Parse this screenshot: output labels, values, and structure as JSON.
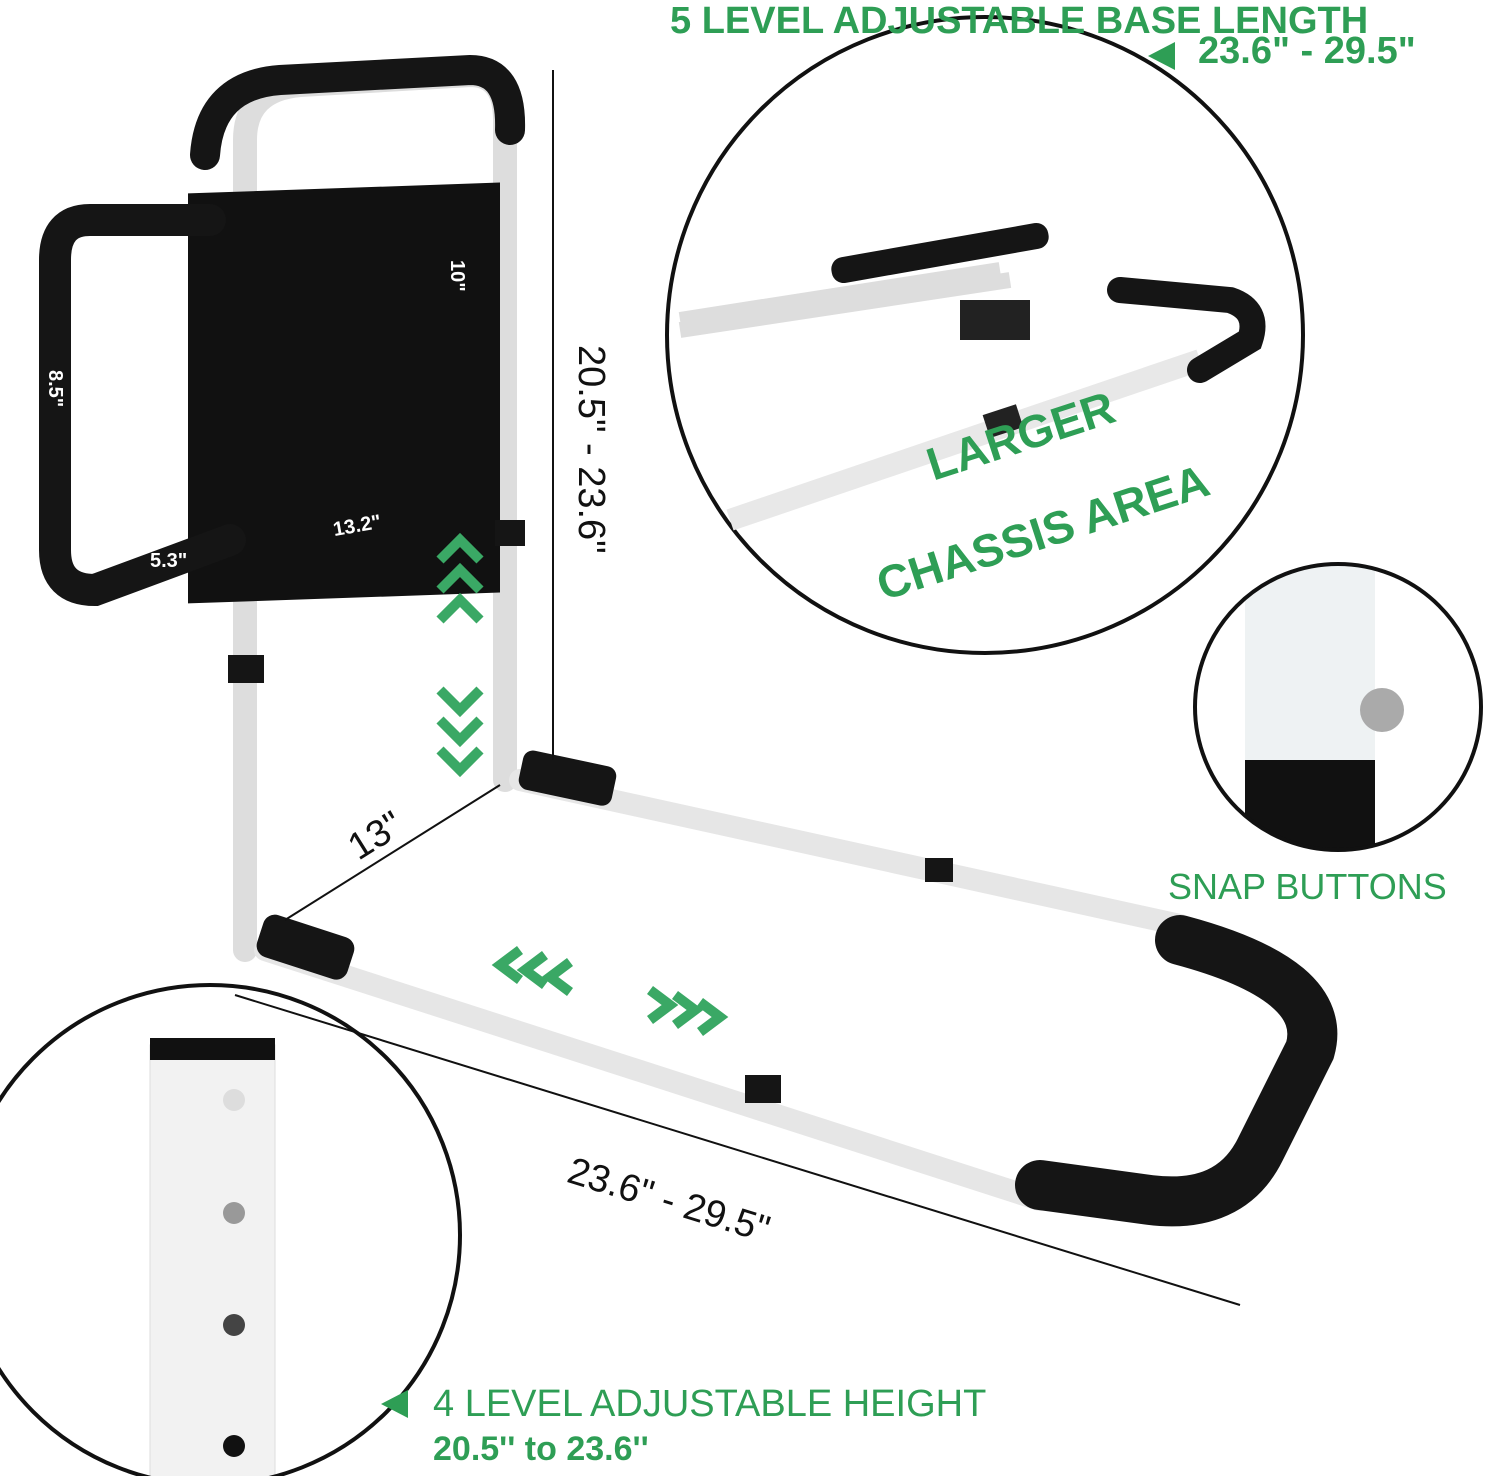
{
  "colors": {
    "accent_green": "#2e9e55",
    "foam_black": "#151515",
    "tube_white": "#f4f4f4"
  },
  "callouts": {
    "base_length": {
      "title": "5 LEVEL ADJUSTABLE BASE LENGTH",
      "range": "23.6\" - 29.5\"",
      "icon": "triangle-left-icon"
    },
    "chassis": {
      "line1": "LARGER",
      "line2": "CHASSIS AREA"
    },
    "snap": {
      "title": "SNAP BUTTONS"
    },
    "height": {
      "title": "4 LEVEL ADJUSTABLE HEIGHT",
      "range": "20.5'' to 23.6''",
      "icon": "triangle-left-icon"
    }
  },
  "dimensions": {
    "height": "20.5\" - 23.6\"",
    "pouch_height": "10\"",
    "handle_height": "8.5\"",
    "pouch_width": "13.2\"",
    "handle_depth": "5.3\"",
    "base_width": "13\"",
    "base_length": "23.6\" - 29.5\""
  }
}
